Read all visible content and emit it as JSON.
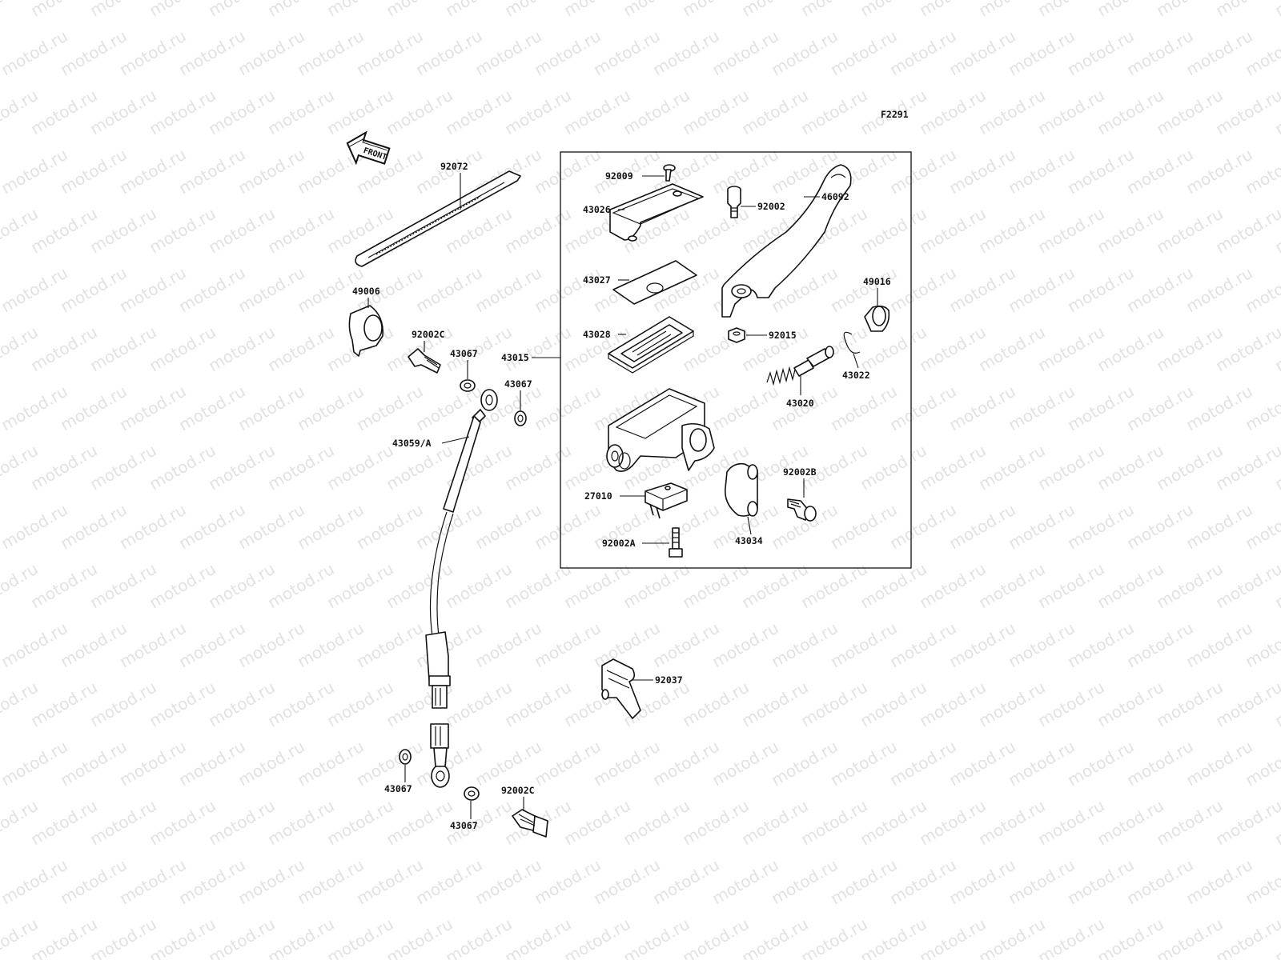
{
  "watermark": "motod.ru",
  "figure_code": "F2291",
  "front_label": "FRONT",
  "labels": {
    "p92072": "92072",
    "p49006": "49006",
    "p92002C_a": "92002C",
    "p43067_a": "43067",
    "p43067_b": "43067",
    "p43059A": "43059/A",
    "p43015": "43015",
    "p92009": "92009",
    "p43026": "43026",
    "p92002": "92002",
    "p46092": "46092",
    "p43027": "43027",
    "p49016": "49016",
    "p43028": "43028",
    "p92015": "92015",
    "p43022": "43022",
    "p43020": "43020",
    "p92002B": "92002B",
    "p27010": "27010",
    "p43034": "43034",
    "p92002A": "92002A",
    "p92037": "92037",
    "p43067_c": "43067",
    "p43067_d": "43067",
    "p92002C_b": "92002C"
  }
}
